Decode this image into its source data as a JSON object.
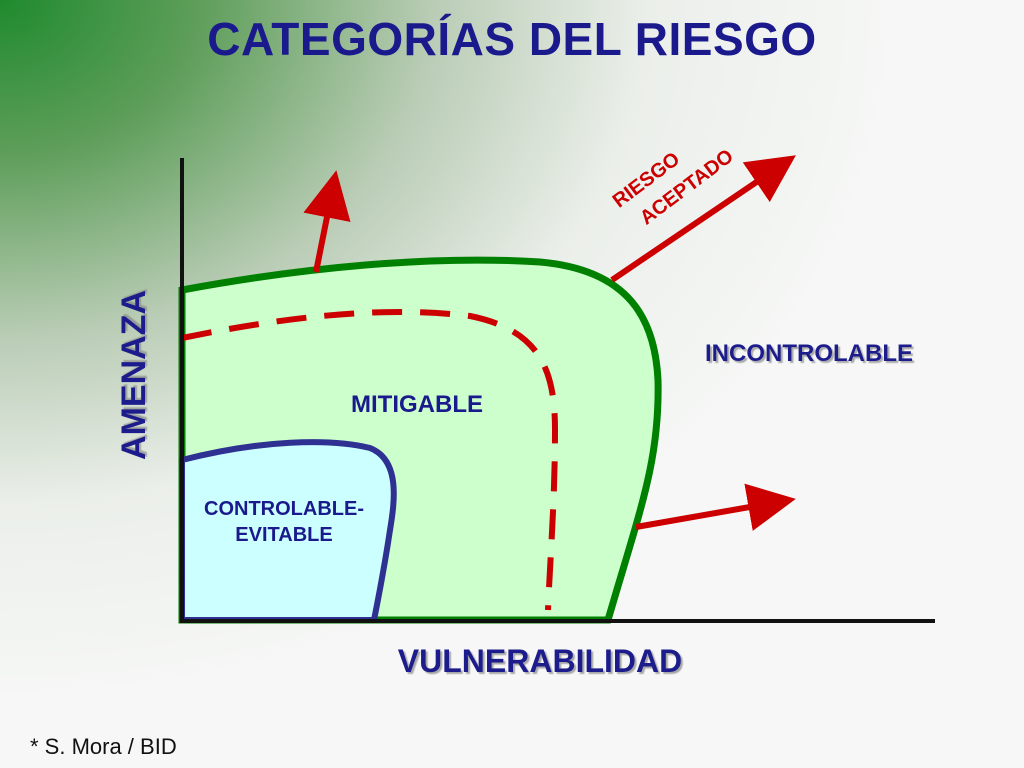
{
  "title": "CATEGORÍAS DEL RIESGO",
  "axes": {
    "y_label": "AMENAZA",
    "x_label": "VULNERABILIDAD"
  },
  "regions": {
    "controlable_line1": "CONTROLABLE-",
    "controlable_line2": "EVITABLE",
    "mitigable": "MITIGABLE",
    "incontrolable": "INCONTROLABLE"
  },
  "annotation": {
    "line1": "RIESGO",
    "line2": "ACEPTADO"
  },
  "footnote": "* S. Mora / BID",
  "colors": {
    "title": "#1a1a8c",
    "controlable_fill": "#ccffff",
    "controlable_border": "#2e3192",
    "mitigable_fill": "#ccffcc",
    "mitigable_border": "#008000",
    "dashed_line": "#cc0000",
    "arrows": "#cc0000",
    "axes": "#111111"
  }
}
